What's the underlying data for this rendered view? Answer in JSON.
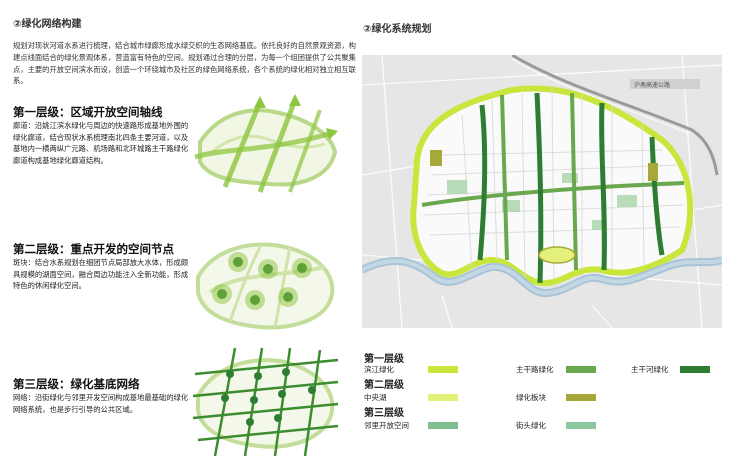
{
  "left": {
    "section_title": "②绿化网络构建",
    "intro": "规划对现状河道水系进行梳理，结合城市绿廊形成水绿交织的生态网络基底。依托良好的自然景观资源，构建点线面结合的绿化景观体系，营造富有特色的空间。规划通过合理的分层，为每一个组团提供了公共聚集点，主要的开放空间滨水而设，创造一个环绕城市及社区的绿色网络系统，各个系统的绿化相对独立相互联系。",
    "levels": [
      {
        "title": "第一层级：区域开放空间轴线",
        "body": "廊道：沿姚江滨水绿化与周边的快速路形成基地外围的绿化廊道，结合现状水系梳理南北四条主要河道，以及基地内一横两纵广元路、机场路和北环城路主干路绿化廊道构成基地绿化廊道结构。"
      },
      {
        "title": "第二层级：重点开发的空间节点",
        "body": "斑块：结合水系规划在细团节点局部放大水体，形成颇具规模的湖面空间，融合周边功能注入全新功能，形成特色的休闲绿化空间。"
      },
      {
        "title": "第三层级：绿化基底网络",
        "body": "网络：沿街绿化与邻里开发空间构成基地最基础的绿化网络系统，也是步行引导的公共区域。"
      }
    ]
  },
  "right": {
    "section_title": "②绿化系统规划",
    "map_label": "沪甬高速公路"
  },
  "legend": {
    "heads": [
      "第一层级",
      "第二层级",
      "第三层级"
    ],
    "items": [
      {
        "label": "滨江绿化",
        "color": "#c8e63c"
      },
      {
        "label": "主干路绿化",
        "color": "#6aa84f"
      },
      {
        "label": "主干河绿化",
        "color": "#2e7d32"
      },
      {
        "label": "中央湖",
        "color": "#e3f07a"
      },
      {
        "label": "绿化板块",
        "color": "#a6a83a"
      },
      {
        "label": "邻里开放空间",
        "color": "#7fbf8f"
      },
      {
        "label": "街头绿化",
        "color": "#8cc7a0"
      }
    ]
  }
}
